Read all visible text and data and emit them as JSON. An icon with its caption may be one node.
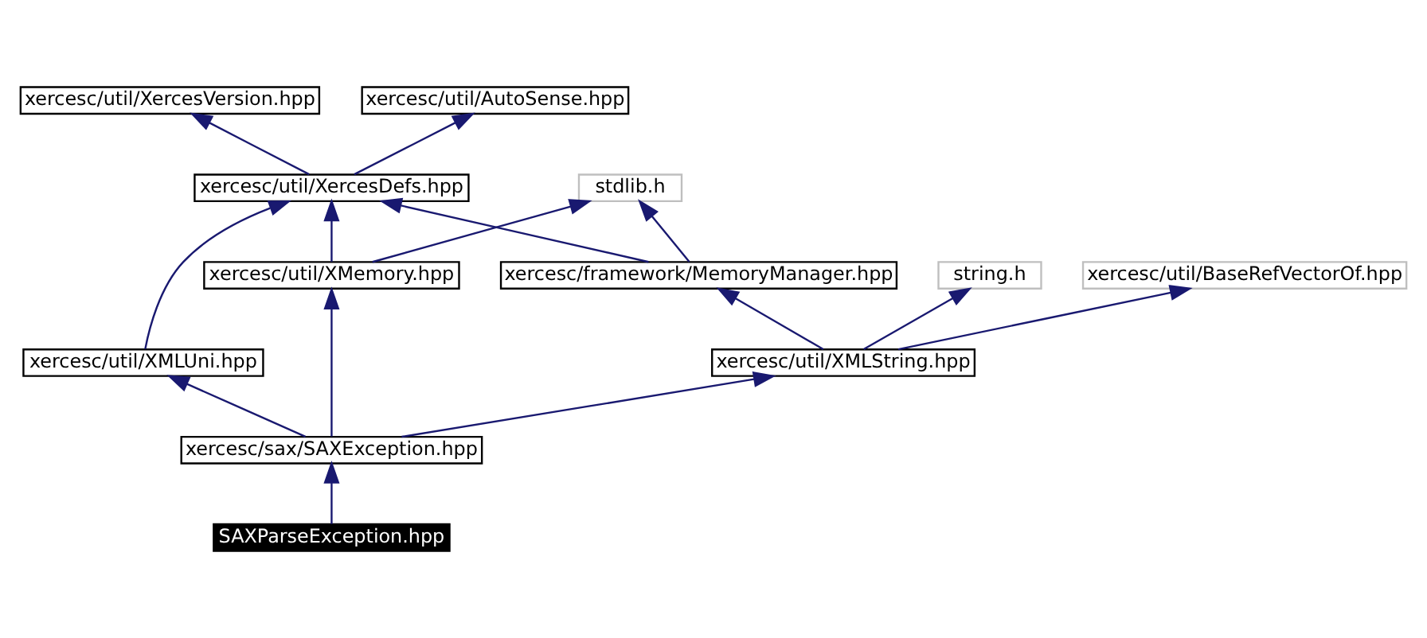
{
  "diagram": {
    "nodes": [
      {
        "text": [
          "xercesc/util/XercesVersion.hpp"
        ]
      },
      {
        "text": [
          "xercesc/util/AutoSense.hpp"
        ]
      },
      {
        "text": [
          "xercesc/util/XercesDefs.hpp"
        ]
      },
      {
        "text": [
          "stdlib.h"
        ]
      },
      {
        "text": [
          "xercesc/util/XMemory.hpp"
        ]
      },
      {
        "text": [
          "string.h"
        ]
      },
      {
        "text": [
          "xercesc/framework/MemoryManager.hpp"
        ]
      },
      {
        "text": [
          "xercesc/util/BaseRefVectorOf.hpp"
        ]
      },
      {
        "text": [
          "xercesc/util/XMLUni.hpp"
        ]
      },
      {
        "text": [
          "xercesc/util/XMLString.hpp"
        ]
      },
      {
        "text": [
          "xercesc/sax/SAXException.hpp"
        ]
      },
      {
        "text": [
          "SAXParseException.hpp"
        ]
      }
    ],
    "edges": [
      {
        "from": 11,
        "to": 10,
        "arrow": "to"
      },
      {
        "from": 10,
        "to": 8,
        "arrow": "to"
      },
      {
        "from": 10,
        "to": 4,
        "arrow": "to"
      },
      {
        "from": 10,
        "to": 9,
        "arrow": "to"
      },
      {
        "from": 8,
        "to": 2,
        "arrow": "to"
      },
      {
        "from": 4,
        "to": 2,
        "arrow": "to"
      },
      {
        "from": 4,
        "to": 3,
        "arrow": "to"
      },
      {
        "from": 9,
        "to": 5,
        "arrow": "to"
      },
      {
        "from": 9,
        "to": 6,
        "arrow": "to"
      },
      {
        "from": 9,
        "to": 7,
        "arrow": "to"
      },
      {
        "from": 6,
        "to": 2,
        "arrow": "to"
      },
      {
        "from": 6,
        "to": 3,
        "arrow": "to"
      },
      {
        "from": 2,
        "to": 0,
        "arrow": "to"
      },
      {
        "from": 2,
        "to": 1,
        "arrow": "to"
      }
    ]
  }
}
